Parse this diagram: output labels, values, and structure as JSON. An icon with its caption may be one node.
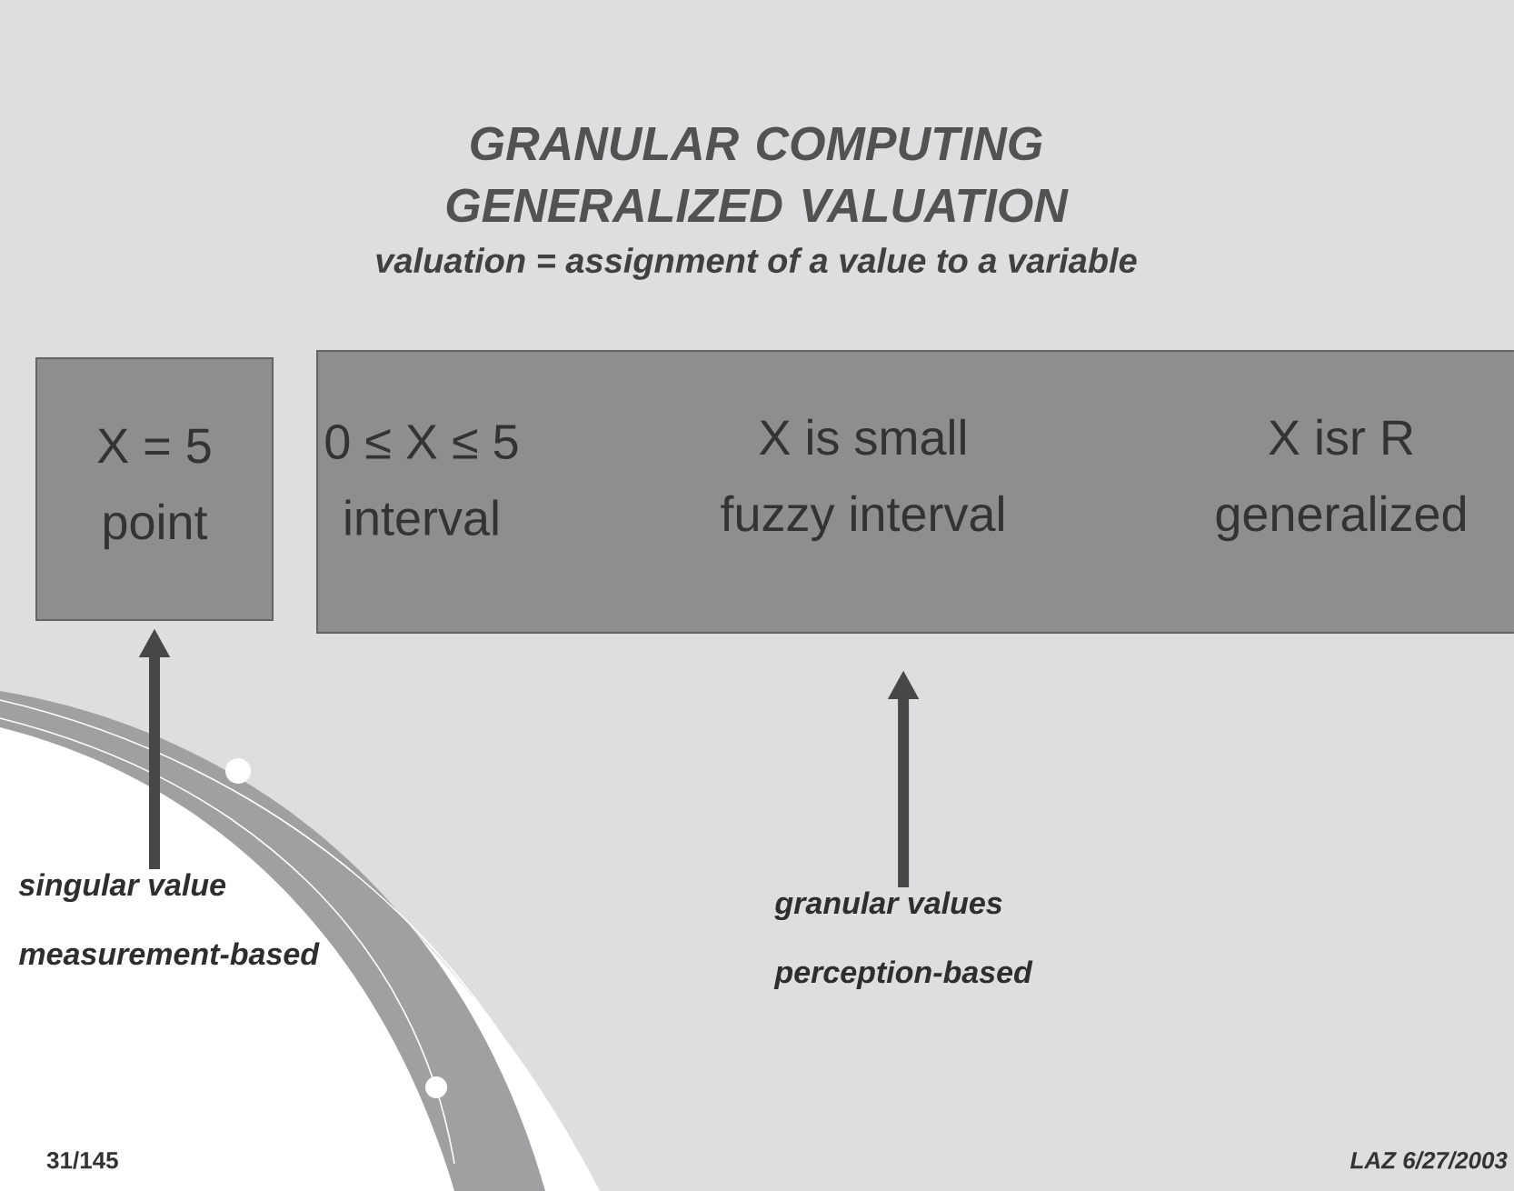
{
  "diagram": {
    "title": "GRANULAR COMPUTING GENERALIZED VALUATION",
    "nodes": [
      {
        "text": [
          "X = 5",
          "point"
        ]
      },
      {
        "text": [
          "0 ≤ X ≤ 5",
          "interval",
          "X is small",
          "fuzzy interval",
          "X isr R",
          "generalized"
        ]
      },
      {
        "text": [
          "singular value",
          "measurement-based"
        ]
      },
      {
        "text": [
          "granular values",
          "perception-based"
        ]
      }
    ],
    "edges": [
      {
        "from": 2,
        "to": 0,
        "arrow": "to"
      },
      {
        "from": 3,
        "to": 1,
        "arrow": "to"
      }
    ],
    "labels": [
      "valuation = assignment of a value to a variable",
      "31/145",
      "LAZ 6/27/2003"
    ]
  }
}
